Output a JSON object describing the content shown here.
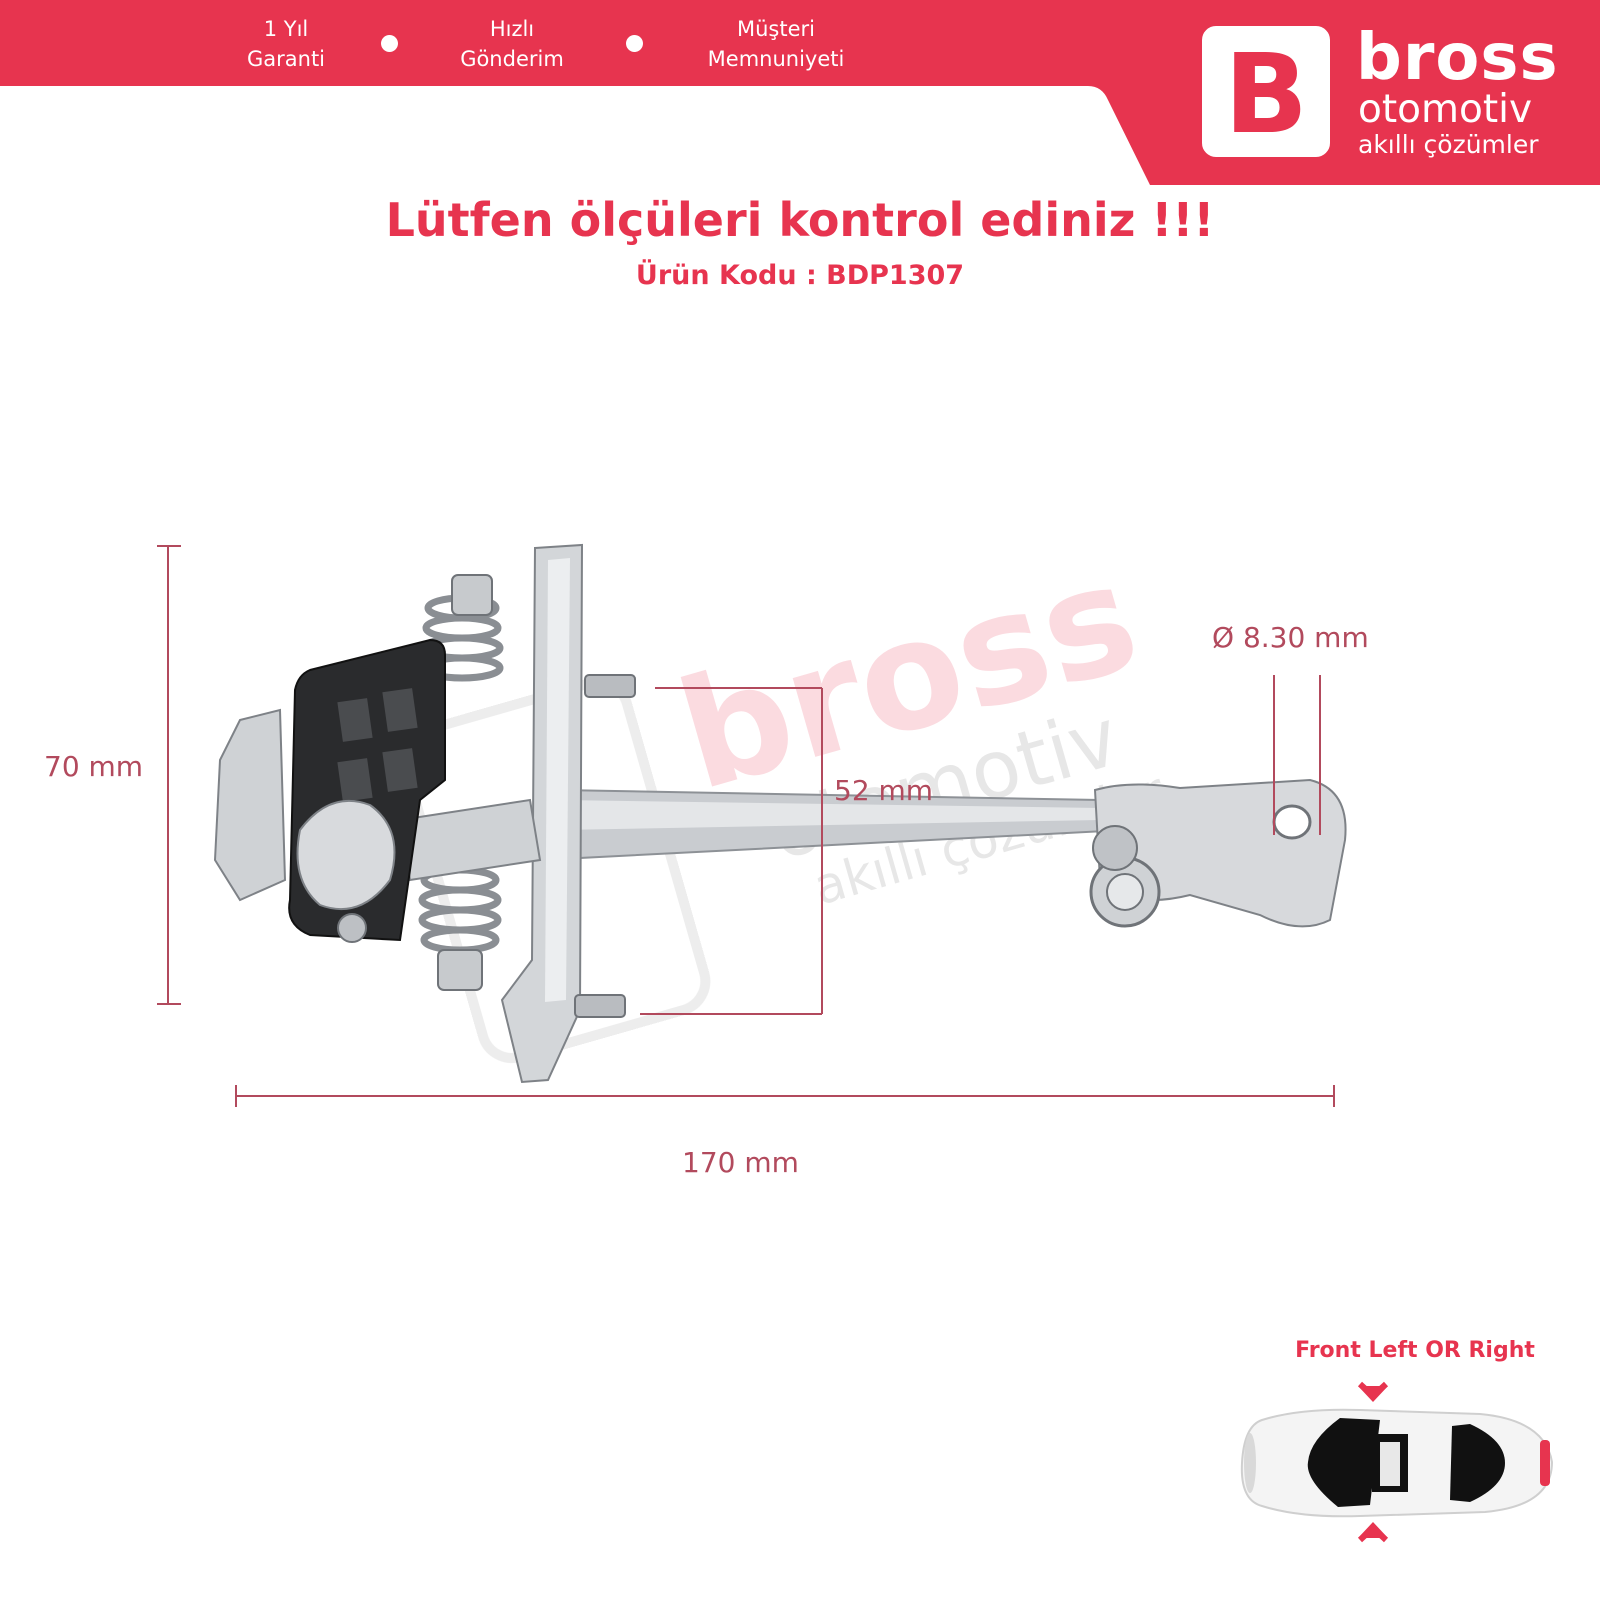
{
  "header": {
    "badges": [
      {
        "line1": "1 Yıl",
        "line2": "Garanti"
      },
      {
        "line1": "Hızlı",
        "line2": "Gönderim"
      },
      {
        "line1": "Müşteri",
        "line2": "Memnuniyeti"
      }
    ],
    "logo_letter": "B",
    "brand_name": "bross",
    "brand_sub": "otomotiv",
    "brand_tagline": "akıllı çözümler"
  },
  "headline": "Lütfen ölçüleri kontrol ediniz !!!",
  "product_code": "Ürün Kodu : BDP1307",
  "dimensions": {
    "height": "70 mm",
    "bolt_spacing": "52 mm",
    "hole_diameter": "Ø 8.30 mm",
    "length": "170 mm"
  },
  "car_position_label": "Front Left OR Right",
  "colors": {
    "brand_red": "#e7344f",
    "dimension_line": "#b24a5d"
  },
  "icons": [
    "door-check-strap-image",
    "car-top-view-icon",
    "arrow-down-icon",
    "arrow-up-icon"
  ]
}
